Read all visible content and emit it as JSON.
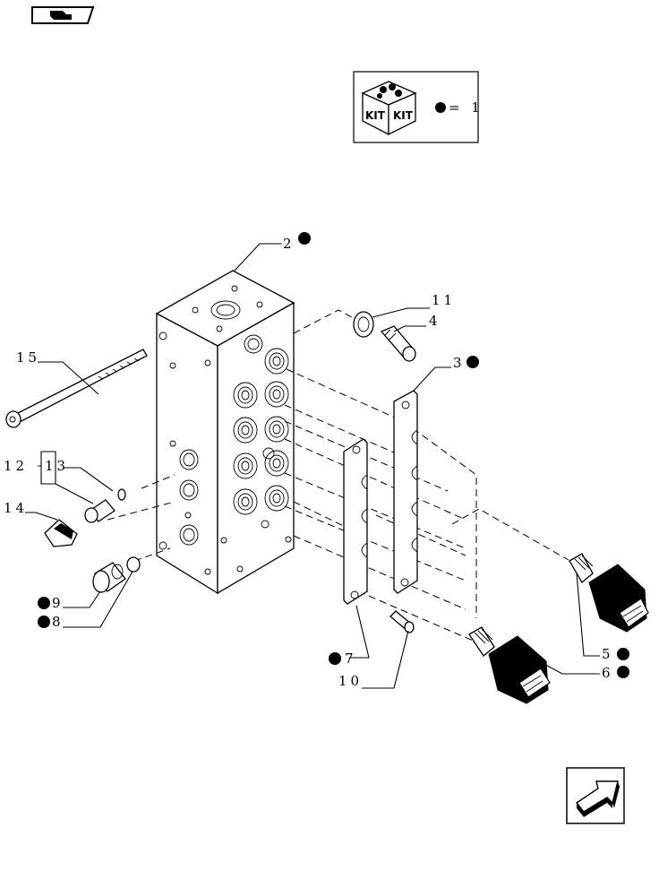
{
  "kit_legend": {
    "box_label_left": "KIT",
    "box_label_right": "KIT",
    "equals_text": "= 1"
  },
  "callouts": [
    {
      "id": "2",
      "text": "2",
      "kit": true
    },
    {
      "id": "11",
      "text": "11",
      "kit": false
    },
    {
      "id": "4",
      "text": "4",
      "kit": false
    },
    {
      "id": "3",
      "text": "3",
      "kit": true
    },
    {
      "id": "15",
      "text": "15",
      "kit": false
    },
    {
      "id": "12",
      "text": "12",
      "kit": false
    },
    {
      "id": "13",
      "text": "13",
      "kit": false
    },
    {
      "id": "14",
      "text": "14",
      "kit": false
    },
    {
      "id": "9",
      "text": "9",
      "kit": true
    },
    {
      "id": "8",
      "text": "8",
      "kit": true
    },
    {
      "id": "7",
      "text": "7",
      "kit": true
    },
    {
      "id": "10",
      "text": "10",
      "kit": false
    },
    {
      "id": "5",
      "text": "5",
      "kit": true
    },
    {
      "id": "6",
      "text": "6",
      "kit": true
    }
  ],
  "icons": [
    "back-nav-icon",
    "kit-box-icon",
    "next-page-arrow-icon"
  ]
}
